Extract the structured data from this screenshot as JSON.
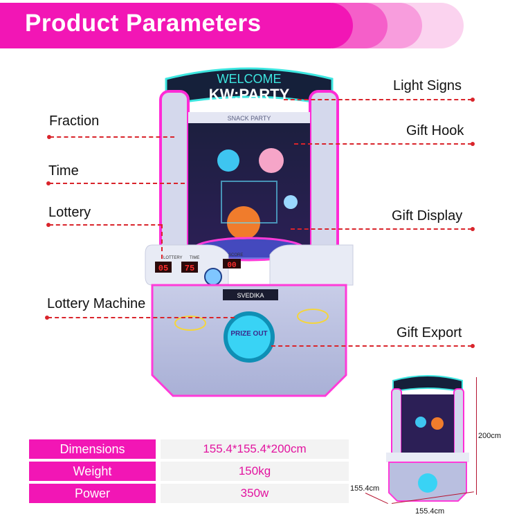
{
  "header": {
    "title": "Product Parameters"
  },
  "callouts": {
    "left": [
      "Fraction",
      "Time",
      "Lottery",
      "Lottery Machine"
    ],
    "right": [
      "Light Signs",
      "Gift Hook",
      "Gift Display",
      "Gift Export"
    ]
  },
  "machine_text": {
    "welcome": "WELCOME",
    "brand": "KW:PARTY",
    "sign": "SNACK PARTY",
    "console_brand": "SVEDIKA",
    "prize_out": "PRIZE OUT",
    "lottery_display": "05",
    "time_display": "75",
    "score_display": "00",
    "lottery_label": "LOTTERY",
    "time_label": "TIME",
    "score_label": "SCORE"
  },
  "specs": [
    {
      "key": "Dimensions",
      "value": "155.4*155.4*200cm"
    },
    {
      "key": "Weight",
      "value": "150kg"
    },
    {
      "key": "Power",
      "value": "350w"
    }
  ],
  "dimensions": {
    "height": "200cm",
    "depth": "155.4cm",
    "width": "155.4cm"
  },
  "colors": {
    "accent": "#f216b5",
    "dashed_line": "#d9242b",
    "value_text": "#e2139f"
  }
}
